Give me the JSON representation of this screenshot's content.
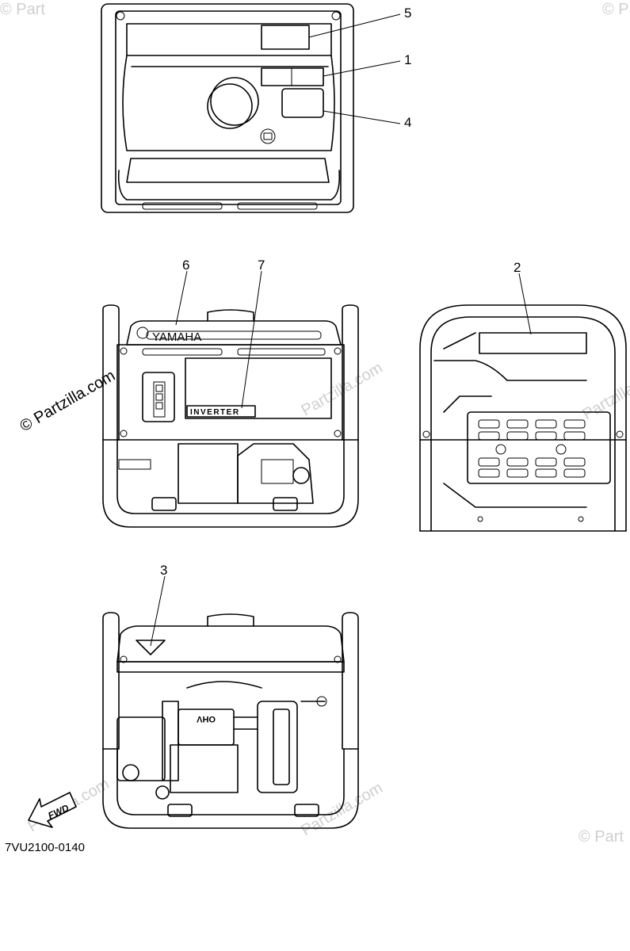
{
  "callouts": [
    "1",
    "2",
    "3",
    "4",
    "5",
    "6",
    "7"
  ],
  "labels": {
    "yamaha": "YAMAHA",
    "inverter": "INVERTER",
    "ohv": "OHV",
    "fwd": "FWD"
  },
  "watermark": {
    "main": "© Partzilla.com",
    "faint": "Partzilla.com",
    "corner": "© Part"
  },
  "diagram_code": "7VU2100-0140"
}
